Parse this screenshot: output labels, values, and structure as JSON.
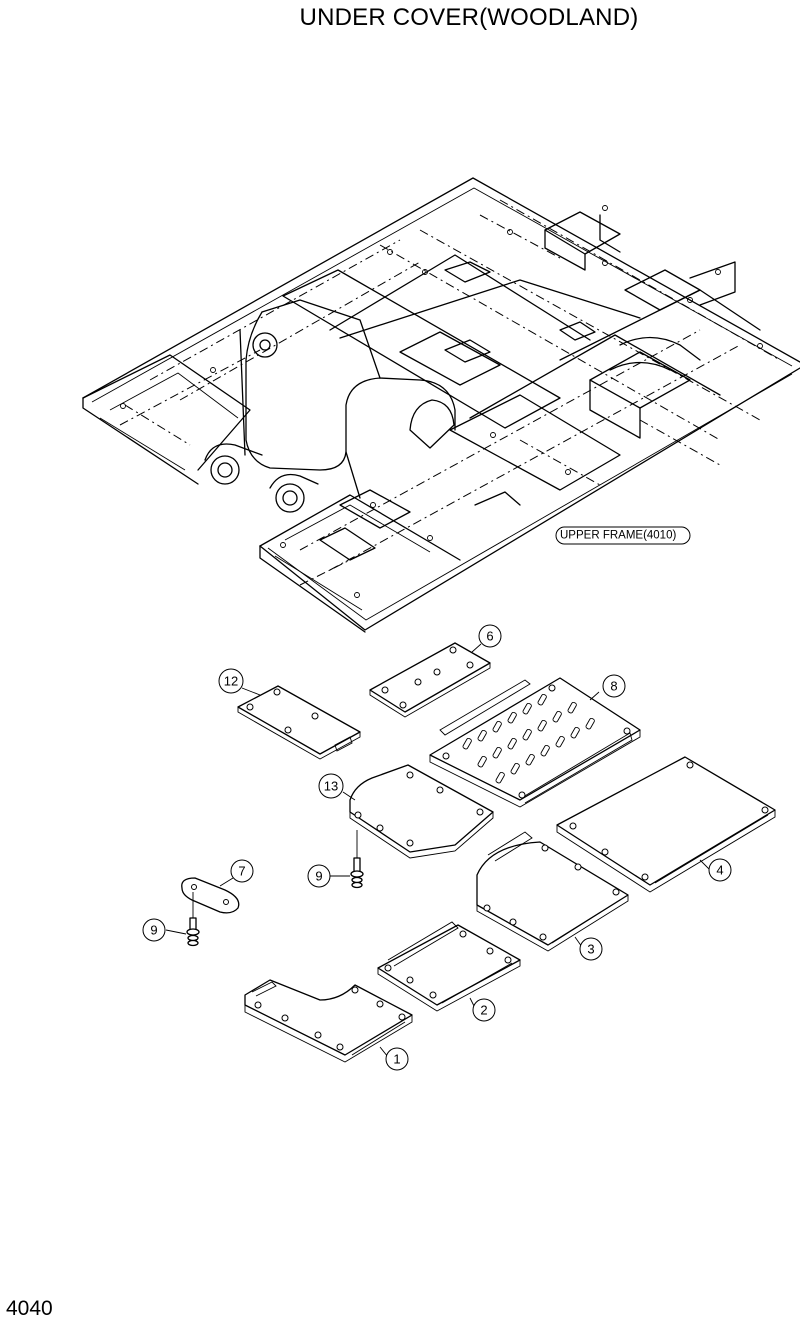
{
  "title": "UNDER COVER(WOODLAND)",
  "page_number": "4040",
  "reference_label": "UPPER FRAME(4010)",
  "callouts": [
    "1",
    "2",
    "3",
    "4",
    "6",
    "7",
    "8",
    "9",
    "9",
    "12",
    "13"
  ]
}
